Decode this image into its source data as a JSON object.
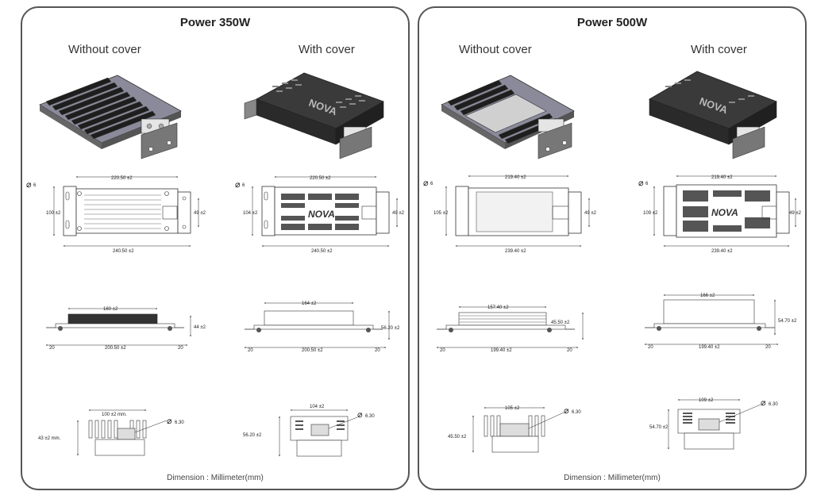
{
  "panels": [
    {
      "title": "Power 350W",
      "without_cover": "Without cover",
      "with_cover": "With cover",
      "footer": "Dimension : Millimeter(mm)",
      "top_view": {
        "without": {
          "phi": "6",
          "width_inner": "220.50 ±2",
          "width_outer": "240.50 ±2",
          "height": "100 ±2",
          "mount": "49 ±2"
        },
        "with": {
          "phi": "6",
          "width_inner": "220.50 ±2",
          "width_outer": "240.50 ±2",
          "height": "104 ±2",
          "mount": "49 ±2"
        }
      },
      "side_view": {
        "without": {
          "top": "160 ±2",
          "bottom": "200.50 ±2",
          "flange": "20",
          "flange_r": "20",
          "height": "44 ±2"
        },
        "with": {
          "top": "164 ±2",
          "bottom": "200.50 ±2",
          "flange": "20",
          "flange_r": "20",
          "height": "56.20 ±2"
        }
      },
      "end_view": {
        "without": {
          "width": "100 ±2 mm.",
          "height": "43 ±2 mm.",
          "phi": "6.30"
        },
        "with": {
          "width": "104 ±2",
          "height": "56.20 ±2",
          "phi": "6.30"
        }
      },
      "logo": "NOVA"
    },
    {
      "title": "Power 500W",
      "without_cover": "Without cover",
      "with_cover": "With cover",
      "footer": "Dimension : Millimeter(mm)",
      "top_view": {
        "without": {
          "phi": "6",
          "width_inner": "219.40 ±2",
          "width_outer": "239.40 ±2",
          "height": "105 ±2",
          "mount": "49 ±2"
        },
        "with": {
          "phi": "6",
          "width_inner": "219.40 ±2",
          "width_outer": "239.40 ±2",
          "height": "109 ±2",
          "mount": "49 ±2"
        }
      },
      "side_view": {
        "without": {
          "top": "157.40 ±2",
          "bottom": "199.40 ±2",
          "flange": "20",
          "flange_r": "20",
          "height": "45.50 ±2"
        },
        "with": {
          "top": "166 ±2",
          "bottom": "199.40 ±2",
          "flange": "20",
          "flange_r": "20",
          "height": "54.70 ±2"
        }
      },
      "end_view": {
        "without": {
          "width": "105 ±2",
          "height": "45.50 ±2",
          "phi": "6.30"
        },
        "with": {
          "width": "109 ±2",
          "height": "54.70 ±2",
          "phi": "6.30"
        }
      },
      "logo": "NOVA"
    }
  ],
  "colors": {
    "border": "#555555",
    "heatsink": "#2a2a2a",
    "cover": "#3a3a3a",
    "plate": "#8a8a9a"
  }
}
